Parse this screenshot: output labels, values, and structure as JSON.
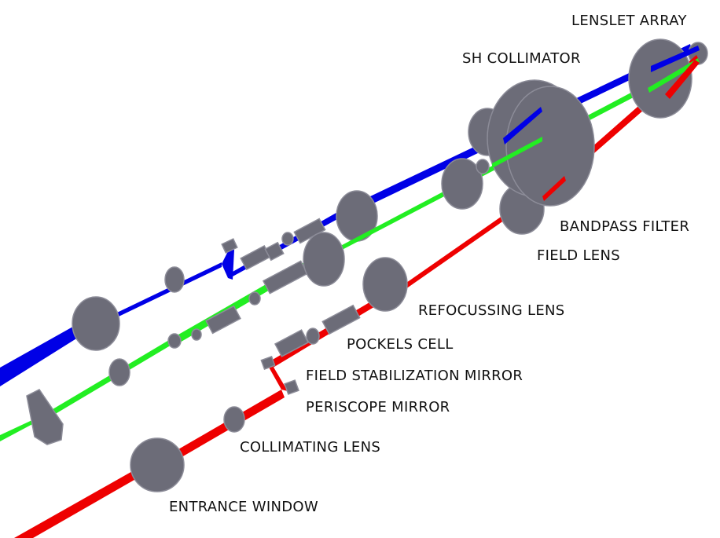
{
  "labels": {
    "lenslet_array": "LENSLET ARRAY",
    "sh_collimator": "SH COLLIMATOR",
    "bandpass_filter": "BANDPASS FILTER",
    "field_lens": "FIELD LENS",
    "refocussing_lens": "REFOCUSSING LENS",
    "pockels_cell": "POCKELS CELL",
    "field_stabilization_mirror": "FIELD STABILIZATION MIRROR",
    "periscope_mirror": "PERISCOPE MIRROR",
    "collimating_lens": "COLLIMATING LENS",
    "entrance_window": "ENTRANCE WINDOW"
  },
  "colors": {
    "beam_blue": "#0000e6",
    "beam_green": "#22ee22",
    "beam_red": "#ee0000",
    "component_fill": "#6c6c78",
    "component_rim": "#8c8c98",
    "component_dark": "#4a4a55",
    "background": "#ffffff"
  }
}
